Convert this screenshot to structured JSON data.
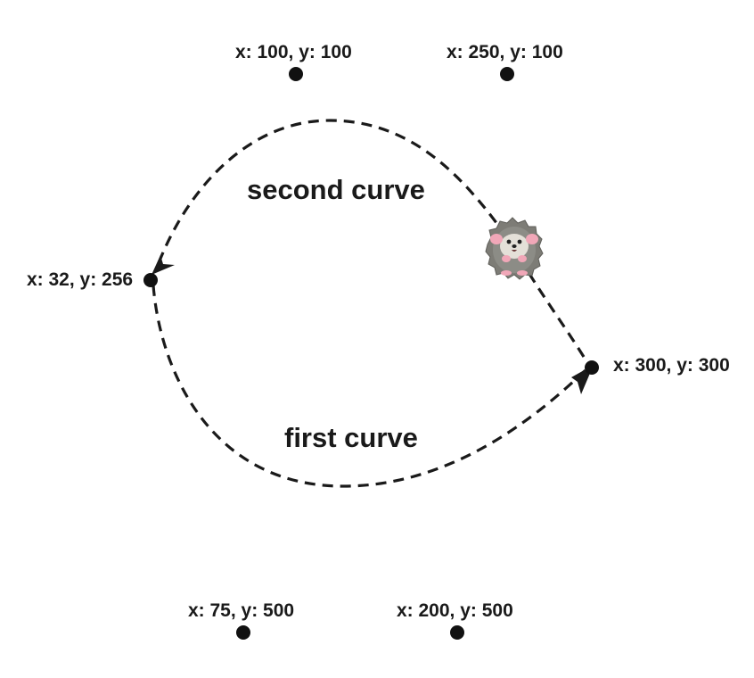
{
  "points": {
    "control_top_left": {
      "label": "x: 100, y: 100"
    },
    "control_top_right": {
      "label": "x: 250, y: 100"
    },
    "anchor_left": {
      "label": "x: 32, y: 256"
    },
    "anchor_right": {
      "label": "x: 300, y: 300"
    },
    "control_bottom_left": {
      "label": "x: 75, y: 500"
    },
    "control_bottom_right": {
      "label": "x: 200, y: 500"
    }
  },
  "curves": {
    "first": {
      "label": "first curve"
    },
    "second": {
      "label": "second curve"
    }
  },
  "sprite": {
    "icon": "hedgehog-icon"
  },
  "colors": {
    "ink": "#1a1a1a",
    "sprite_body": "#8c8c86",
    "sprite_face": "#e4e0d8",
    "sprite_cheeks": "#f1a7b8"
  }
}
